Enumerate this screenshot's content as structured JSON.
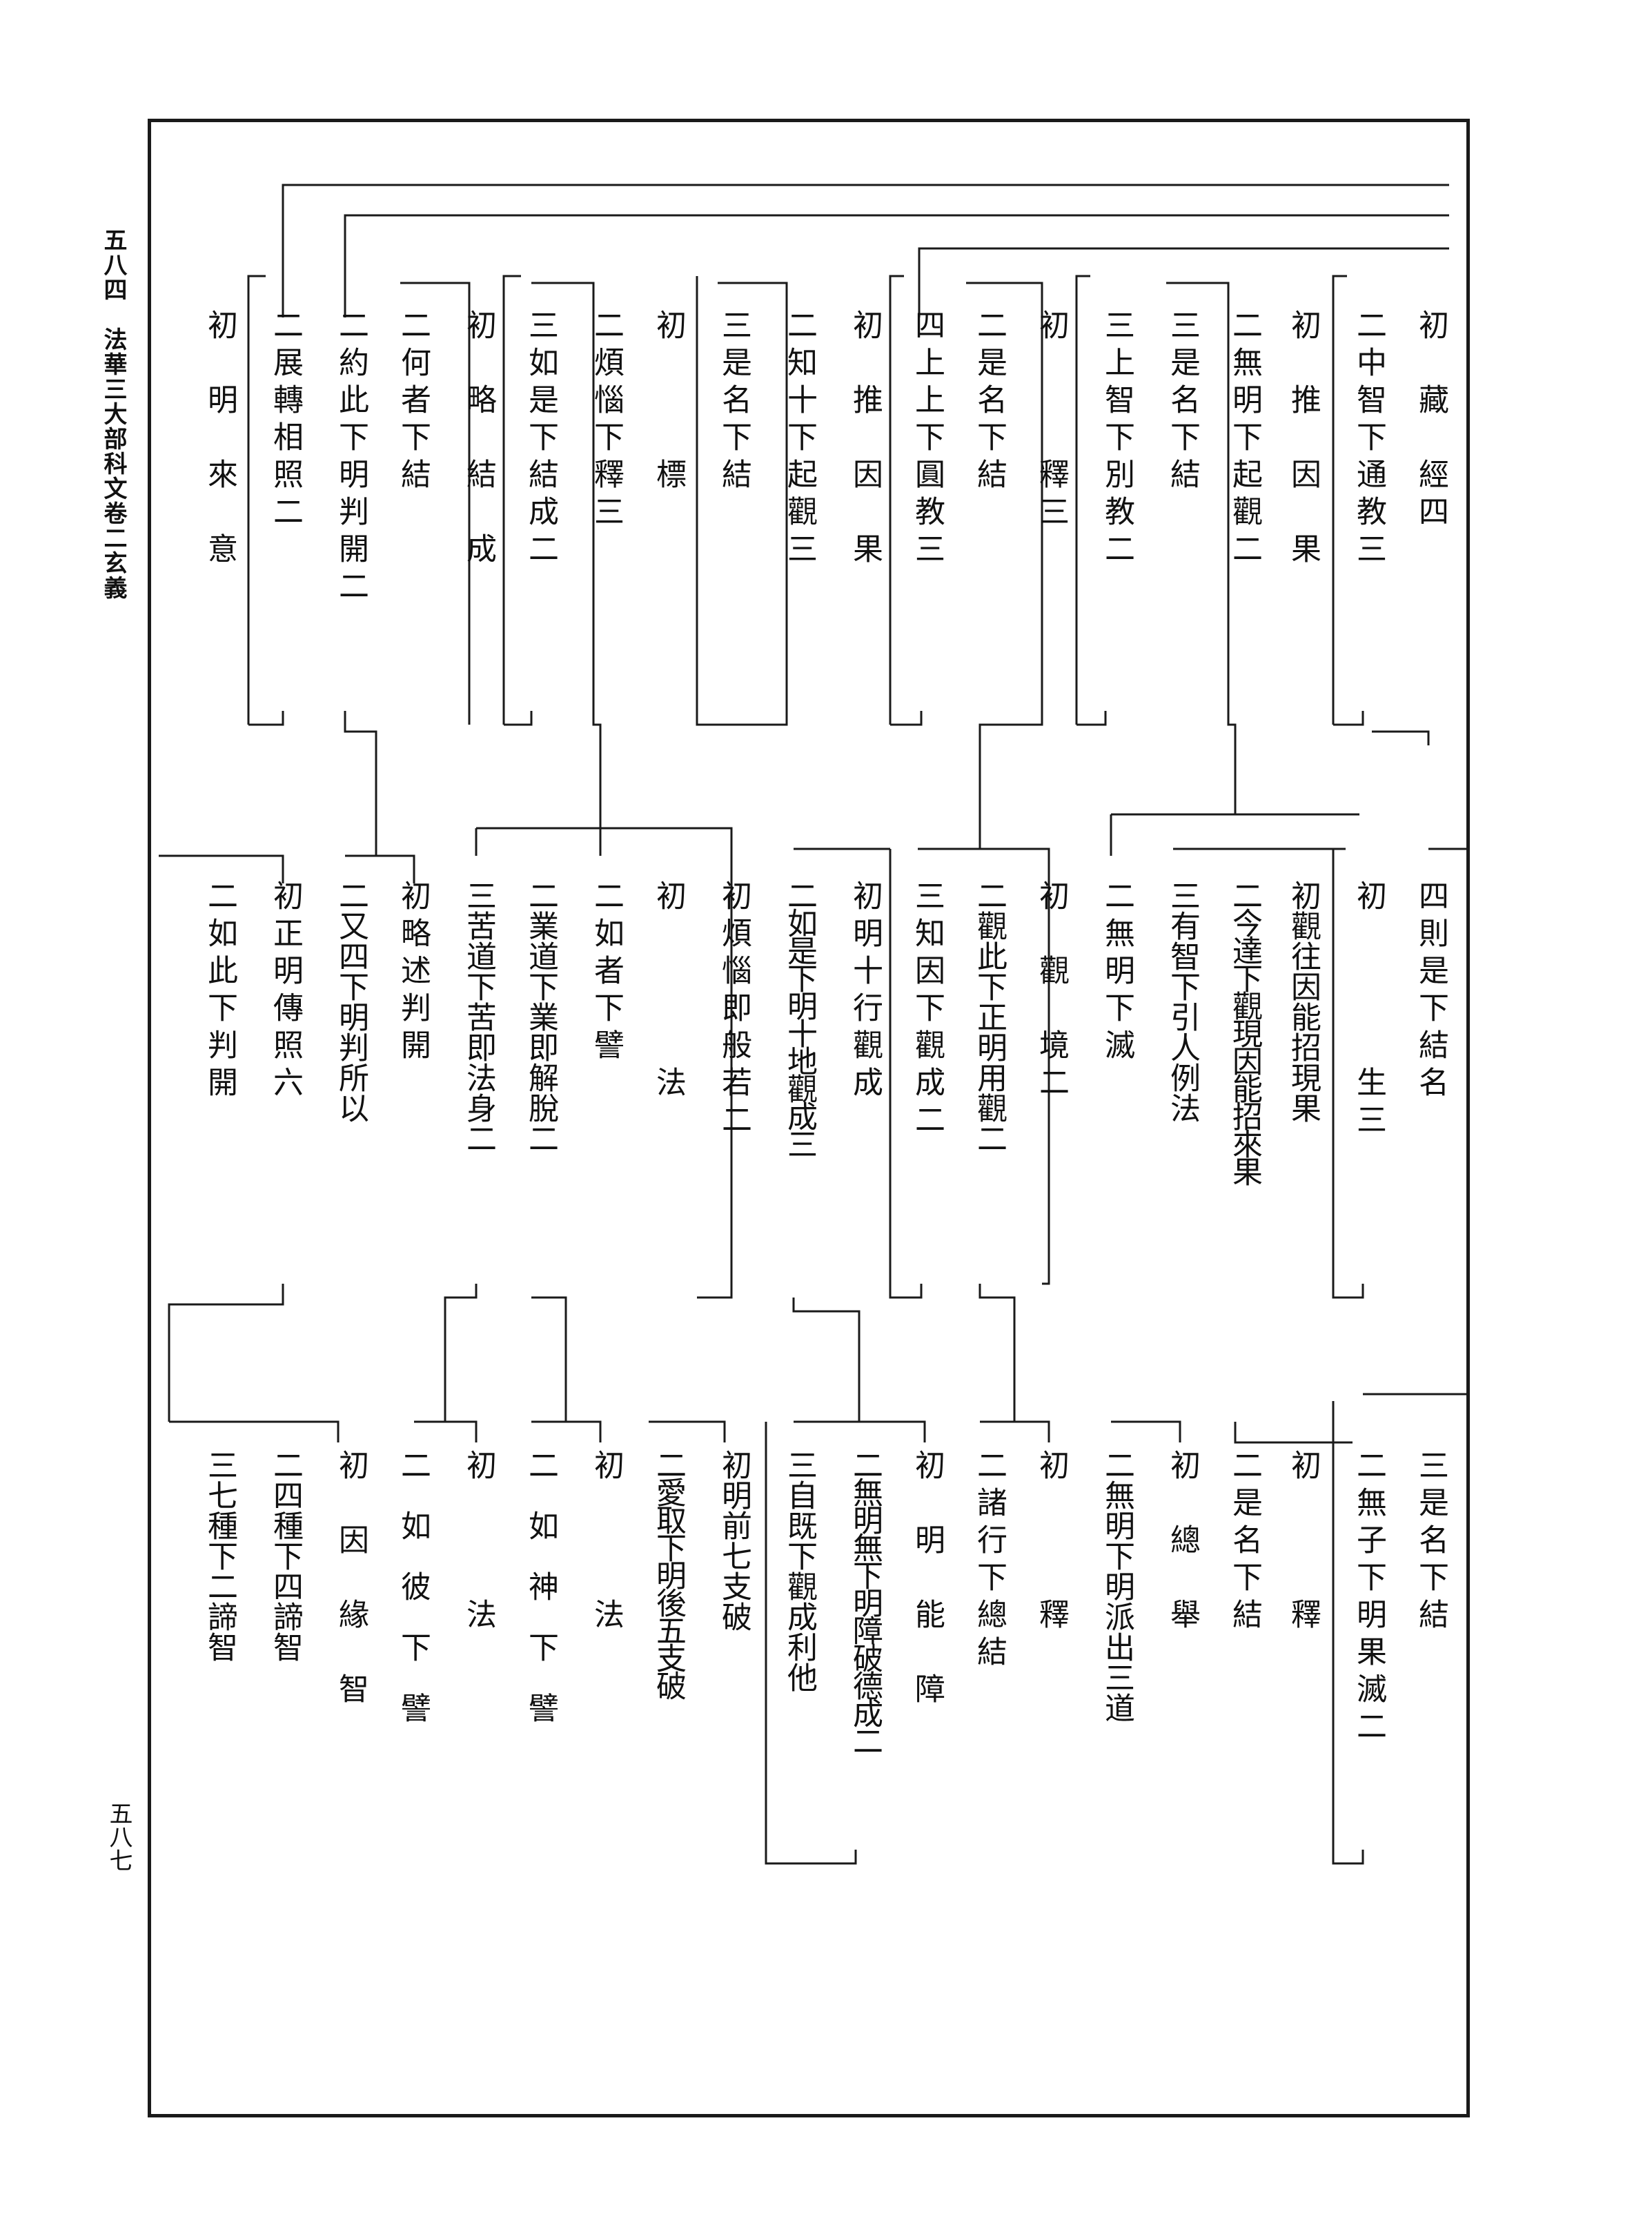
{
  "margin": {
    "book_label": "五八四　法華三大部科文卷二玄義",
    "page_number": "五八七"
  },
  "rows": {
    "top": [
      {
        "id": "t1",
        "text": "初　藏　經四"
      },
      {
        "id": "t2",
        "text": "二中智下通教三"
      },
      {
        "id": "t3",
        "text": "初　推　因　果"
      },
      {
        "id": "t4",
        "text": "二無明下起觀二"
      },
      {
        "id": "t5",
        "text": "三是名下結"
      },
      {
        "id": "t6",
        "text": "三上智下別教二"
      },
      {
        "id": "t7",
        "text": "初　　　釋三"
      },
      {
        "id": "t8",
        "text": "二是名下結"
      },
      {
        "id": "t9",
        "text": "四上上下圓教三"
      },
      {
        "id": "t10",
        "text": "初　推　因　果"
      },
      {
        "id": "t11",
        "text": "二知十下起觀三"
      },
      {
        "id": "t12",
        "text": "三是名下結"
      },
      {
        "id": "t13",
        "text": "初　　　標"
      },
      {
        "id": "t14",
        "text": "二煩惱下釋三"
      },
      {
        "id": "t15",
        "text": "三如是下結成二"
      },
      {
        "id": "t16",
        "text": "初　略　結　成"
      },
      {
        "id": "t17",
        "text": "二何者下結"
      },
      {
        "id": "t18",
        "text": "二約此下明判開二"
      },
      {
        "id": "t19",
        "text": "二展轉相照二"
      },
      {
        "id": "t20",
        "text": "初　明　來　意"
      }
    ],
    "middle": [
      {
        "id": "m1",
        "text": "四則是下結名"
      },
      {
        "id": "m2",
        "text": "初　　　　生三"
      },
      {
        "id": "m3",
        "text": "初觀往因能招現果"
      },
      {
        "id": "m4",
        "text": "二今達下觀現因能招來果"
      },
      {
        "id": "m5",
        "text": "三有智下引人例法"
      },
      {
        "id": "m6",
        "text": "二無明下滅"
      },
      {
        "id": "m7",
        "text": "初　觀　境二"
      },
      {
        "id": "m8",
        "text": "二觀此下正明用觀二"
      },
      {
        "id": "m9",
        "text": "三知因下觀成二"
      },
      {
        "id": "m10",
        "text": "初明十行觀成"
      },
      {
        "id": "m11",
        "text": "二如是下明十地觀成三"
      },
      {
        "id": "m12",
        "text": "初煩惱即般若二"
      },
      {
        "id": "m13",
        "text": "初　　　　法"
      },
      {
        "id": "m14",
        "text": "二如者下譬"
      },
      {
        "id": "m15",
        "text": "二業道下業即解脫二"
      },
      {
        "id": "m16",
        "text": "三苦道下苦即法身二"
      },
      {
        "id": "m17",
        "text": "初略述判開"
      },
      {
        "id": "m18",
        "text": "二又四下明判所以"
      },
      {
        "id": "m19",
        "text": "初正明傳照六"
      },
      {
        "id": "m20",
        "text": "二如此下判開"
      }
    ],
    "bottom": [
      {
        "id": "b1",
        "text": "三是名下結"
      },
      {
        "id": "b2",
        "text": "二無子下明果滅二"
      },
      {
        "id": "b3",
        "text": "初　　　釋"
      },
      {
        "id": "b4",
        "text": "二是名下結"
      },
      {
        "id": "b5",
        "text": "初　總　舉"
      },
      {
        "id": "b6",
        "text": "二無明下明派出三道"
      },
      {
        "id": "b7",
        "text": "初　　　釋"
      },
      {
        "id": "b8",
        "text": "二諸行下總結"
      },
      {
        "id": "b9",
        "text": "初　明　能　障"
      },
      {
        "id": "b10",
        "text": "二無明無下明障破德成二"
      },
      {
        "id": "b11",
        "text": "三自既下觀成利他"
      },
      {
        "id": "b12",
        "text": "初明前七支破"
      },
      {
        "id": "b13",
        "text": "二愛取下明後五支破"
      },
      {
        "id": "b14",
        "text": "初　　　法"
      },
      {
        "id": "b15",
        "text": "二　如　神　下　譬"
      },
      {
        "id": "b16",
        "text": "初　　　法"
      },
      {
        "id": "b17",
        "text": "二　如　彼　下　譬"
      },
      {
        "id": "b18",
        "text": "初　因　緣　智"
      },
      {
        "id": "b19",
        "text": "二四種下四諦智"
      },
      {
        "id": "b20",
        "text": "三七種下二諦智"
      }
    ]
  }
}
